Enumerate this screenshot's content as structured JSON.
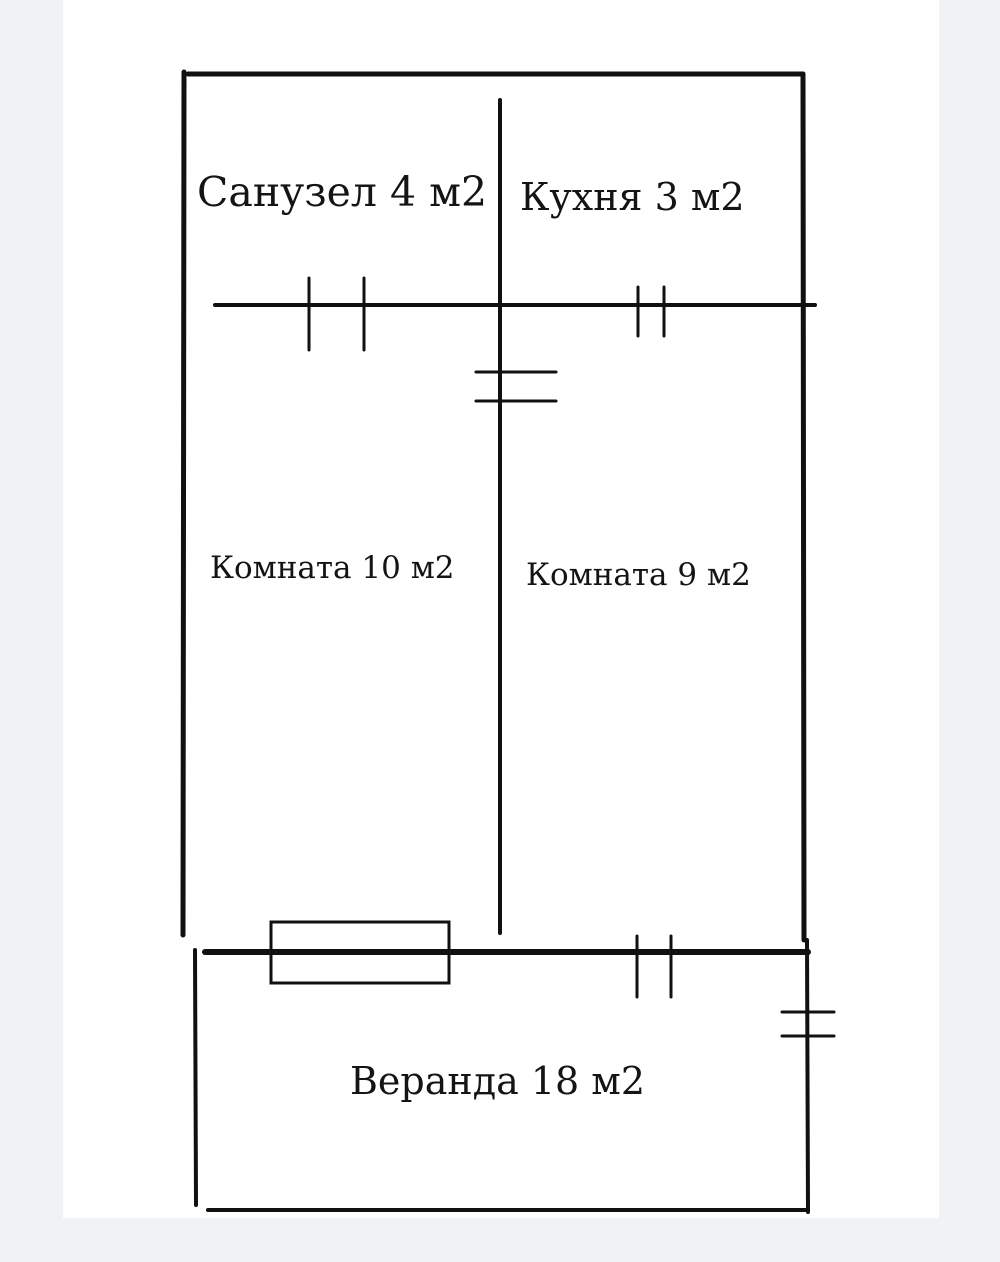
{
  "rooms": {
    "sanuzel": "Санузел 4 м2",
    "kuhnya": "Кухня 3 м2",
    "room_left": "Комната 10 м2",
    "room_right": "Комната 9 м2",
    "veranda": "Веранда 18 м2"
  },
  "colors": {
    "wall": "#111111",
    "background": "#f1f2f6",
    "sheet": "#ffffff"
  }
}
